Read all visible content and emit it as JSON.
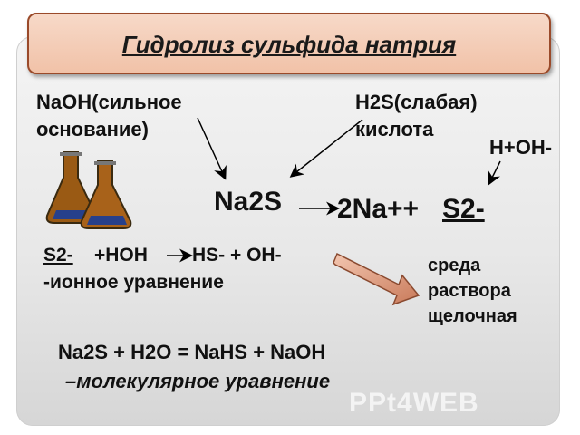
{
  "title": "Гидролиз сульфида натрия",
  "naoh": {
    "line1": "NaOH(сильное",
    "line2": "основание)"
  },
  "h2s": {
    "line1": "H2S(слабая)",
    "line2": "кислота"
  },
  "hoh_ions": "H+OH-",
  "salt": "Na2S",
  "dissociation": {
    "cation": "2Na++",
    "anion": "S2-"
  },
  "ionic": {
    "ion": "S2-",
    "eq": "+HOH",
    "products": "HS- + OH-",
    "caption": "-ионное уравнение"
  },
  "medium": {
    "line1": "среда",
    "line2": "раствора",
    "line3": "щелочная"
  },
  "molecular": {
    "eq": "Na2S + H2O = NaHS + NaOH",
    "caption": "–молекулярное уравнение"
  },
  "watermark": "PPt4WEB"
}
